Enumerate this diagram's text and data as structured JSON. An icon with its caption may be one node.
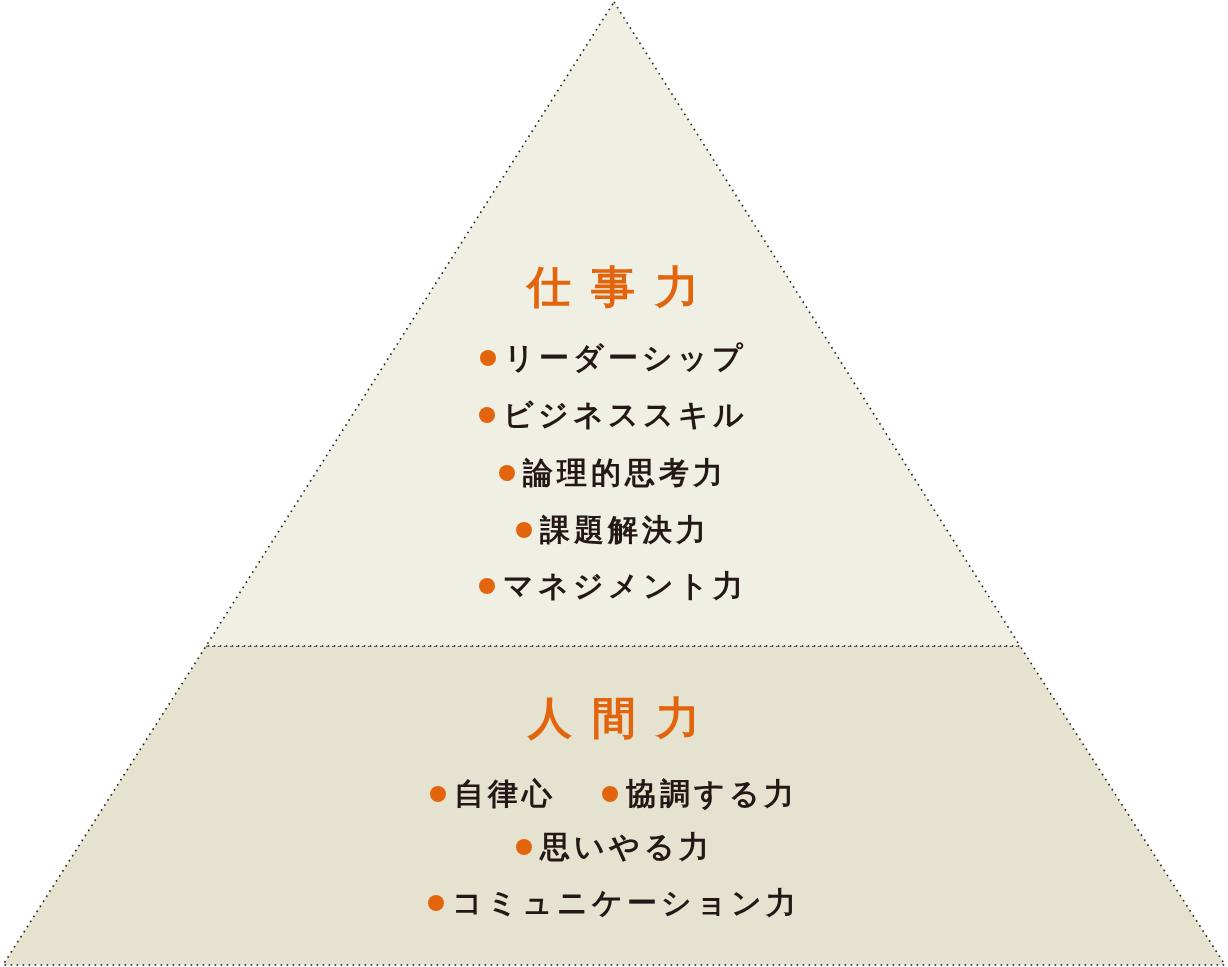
{
  "diagram": {
    "nodes": [
      {
        "text": [
          "仕事力",
          "リーダーシップ",
          "ビジネススキル",
          "論理的思考力",
          "課題解決力",
          "マネジメント力"
        ]
      },
      {
        "text": [
          "人間力",
          "自律心",
          "協調する力",
          "思いやる力",
          "コミュニケーション力"
        ]
      }
    ]
  }
}
